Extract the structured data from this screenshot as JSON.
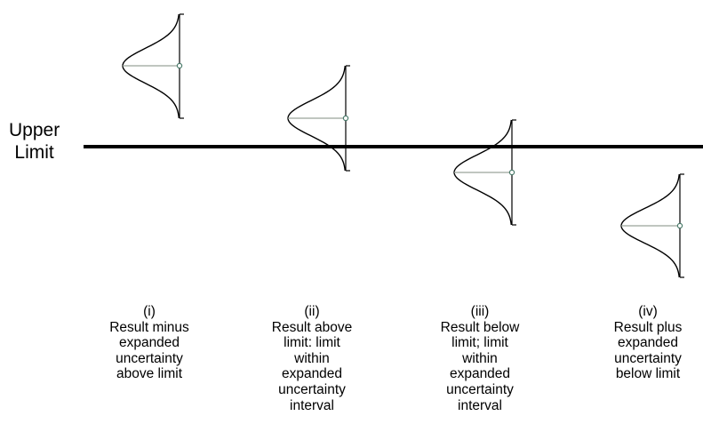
{
  "limit_label": [
    "Upper",
    "Limit"
  ],
  "cases": [
    {
      "numeral": "(i)",
      "lines": [
        "Result minus",
        "expanded",
        "uncertainty",
        "above limit"
      ]
    },
    {
      "numeral": "(ii)",
      "lines": [
        "Result above",
        "limit: limit",
        "within",
        "expanded",
        "uncertainty",
        "interval"
      ]
    },
    {
      "numeral": "(iii)",
      "lines": [
        "Result below",
        "limit; limit",
        "within",
        "expanded",
        "uncertainty",
        "interval"
      ]
    },
    {
      "numeral": "(iv)",
      "lines": [
        "Result plus",
        "expanded",
        "uncertainty",
        "below limit"
      ]
    }
  ],
  "colors": {
    "curve": "#000000",
    "limit_line": "#000000",
    "guide_line": "#9aa59a",
    "result_marker": "#4a7a6a"
  }
}
